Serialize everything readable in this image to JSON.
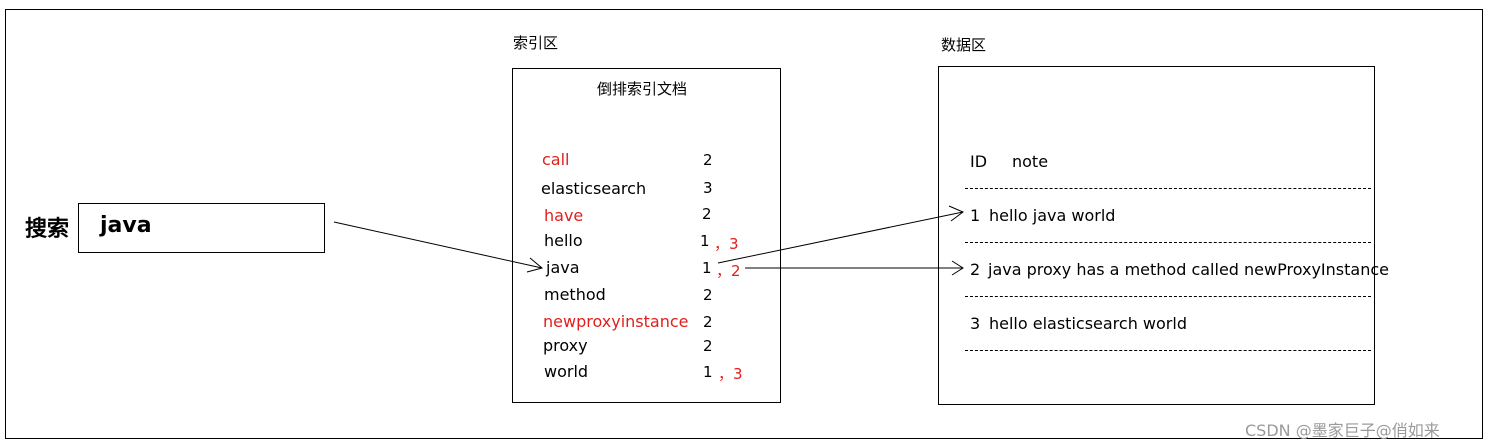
{
  "search": {
    "label": "搜索",
    "value": "java"
  },
  "index_area": {
    "label": "索引区",
    "title": "倒排索引文档",
    "terms": [
      {
        "term": "call",
        "docs": "2",
        "color": "#e0201c"
      },
      {
        "term": "elasticsearch",
        "docs": "3",
        "color": "#000000"
      },
      {
        "term": "have",
        "docs": "2",
        "color": "#e0201c"
      },
      {
        "term": "hello",
        "docs": "1",
        "docs_extra": "，3",
        "color": "#000000"
      },
      {
        "term": "java",
        "docs": "1",
        "docs_extra": "，2",
        "color": "#000000"
      },
      {
        "term": "method",
        "docs": "2",
        "color": "#000000"
      },
      {
        "term": "newproxyinstance",
        "docs": "2",
        "color": "#e0201c"
      },
      {
        "term": "proxy",
        "docs": "2",
        "color": "#000000"
      },
      {
        "term": "world",
        "docs": "1",
        "docs_extra": "，3",
        "color": "#000000"
      }
    ]
  },
  "data_area": {
    "label": "数据区",
    "header_id": "ID",
    "header_note": "note",
    "rows": [
      {
        "id": "1",
        "note": "hello java world"
      },
      {
        "id": "2",
        "note": "java proxy has a method called newProxyInstance"
      },
      {
        "id": "3",
        "note": "hello elasticsearch world"
      }
    ]
  },
  "watermark": "CSDN @墨家巨子@俏如来"
}
